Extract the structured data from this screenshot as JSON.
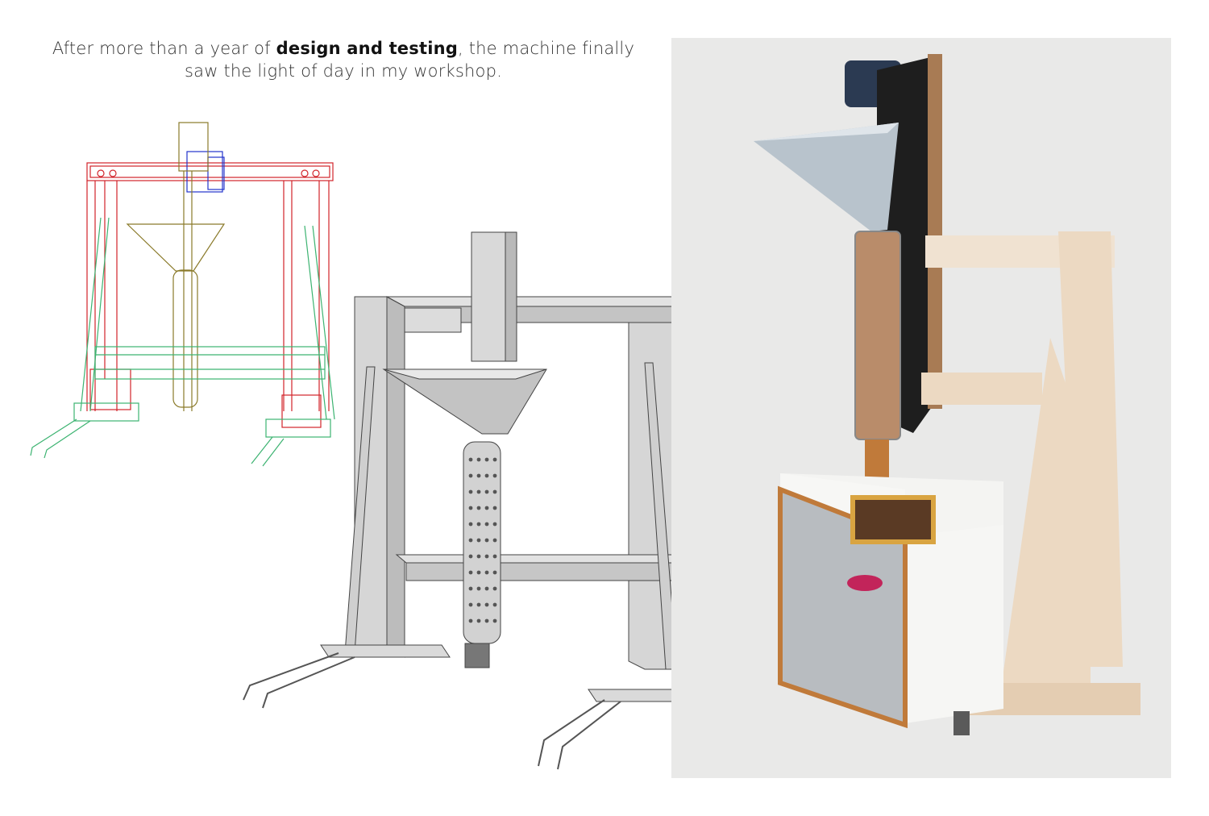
{
  "caption": {
    "before": "After more than a year of ",
    "bold": "design and testing",
    "after": ", the machine finally saw the light of day in my workshop."
  },
  "colors": {
    "wire_red": "#d2232a",
    "wire_green": "#3cb371",
    "wire_blue": "#2233cc",
    "wire_olive": "#8a7a2a",
    "shaded_gray": "#cfcfcf",
    "photo_bg": "#e9e9e8",
    "wood": "#ecd9c2",
    "copper": "#c07a3a"
  }
}
